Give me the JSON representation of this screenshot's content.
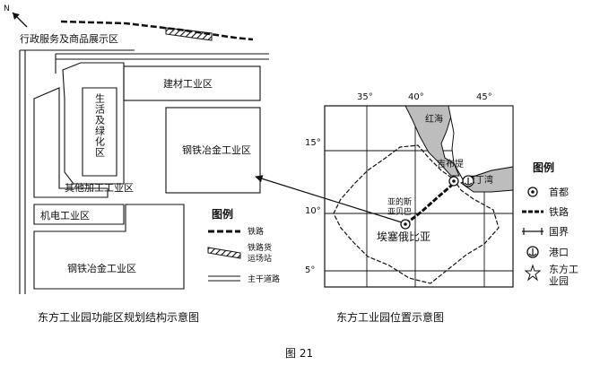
{
  "left_map": {
    "north": "N",
    "zones": {
      "admin": "行政服务及商品展示区",
      "building": "建材工业区",
      "living": "生活及绿化区",
      "steel1": "钢铁冶金工业区",
      "other": "其他加工工业区",
      "mech": "机电工业区",
      "steel2": "钢铁冶金工业区"
    },
    "legend": {
      "title": "图例",
      "rail": "铁路",
      "yard1": "铁路货",
      "yard2": "运场站",
      "road": "主干道路"
    },
    "caption": "东方工业园功能区规划结构示意图"
  },
  "right_map": {
    "lon_ticks": [
      "35°",
      "40°",
      "45°"
    ],
    "lat_ticks": [
      "15°",
      "10°",
      "5°"
    ],
    "labels": {
      "red_sea": "红海",
      "djibouti": "吉布提",
      "aden": "亚丁湾",
      "addis1": "亚的斯",
      "addis2": "亚贝巴",
      "ethiopia": "埃塞俄比亚"
    },
    "legend": {
      "title": "图例",
      "capital": "首都",
      "rail": "铁路",
      "border": "国界",
      "port": "港口",
      "park1": "东方工",
      "park2": "业园"
    },
    "caption": "东方工业园位置示意图"
  },
  "figure_label": "图 21"
}
